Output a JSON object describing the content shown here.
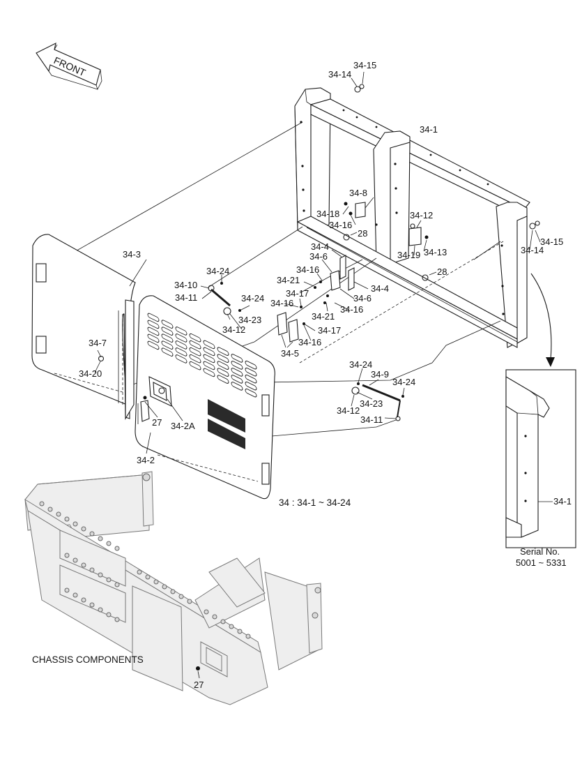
{
  "front_arrow": {
    "label": "FRONT",
    "icon": "front-direction-arrow"
  },
  "group_caption": "34 : 34-1 ~ 34-24",
  "chassis_caption": "CHASSIS COMPONENTS",
  "inset": {
    "label": "34-1",
    "serial_title": "Serial No.",
    "serial_range": "5001 ~ 5331"
  },
  "labels": {
    "p34_15_top": "34-15",
    "p34_14_top": "34-14",
    "p34_1": "34-1",
    "p34_8": "34-8",
    "p34_18": "34-18",
    "p34_16_a": "34-16",
    "p28_a": "28",
    "p34_12_r": "34-12",
    "p34_19": "34-19",
    "p34_13": "34-13",
    "p34_15_r": "34-15",
    "p34_14_r": "34-14",
    "p28_b": "28",
    "p34_3": "34-3",
    "p34_4_a": "34-4",
    "p34_6_a": "34-6",
    "p34_16_b": "34-16",
    "p34_21_a": "34-21",
    "p34_4_b": "34-4",
    "p34_24_a": "34-24",
    "p34_10": "34-10",
    "p34_11_a": "34-11",
    "p34_24_b": "34-24",
    "p34_17_a": "34-17",
    "p34_16_c": "34-16",
    "p34_6_b": "34-6",
    "p34_16_d": "34-16",
    "p34_21_b": "34-21",
    "p34_23_a": "34-23",
    "p34_12_a": "34-12",
    "p34_17_b": "34-17",
    "p34_16_e": "34-16",
    "p34_5": "34-5",
    "p34_7": "34-7",
    "p34_20": "34-20",
    "p34_24_c": "34-24",
    "p34_9": "34-9",
    "p34_24_d": "34-24",
    "p34_23_b": "34-23",
    "p34_12_b": "34-12",
    "p34_11_b": "34-11",
    "p27_a": "27",
    "p34_2A": "34-2A",
    "p34_2": "34-2",
    "p27_b": "27"
  }
}
